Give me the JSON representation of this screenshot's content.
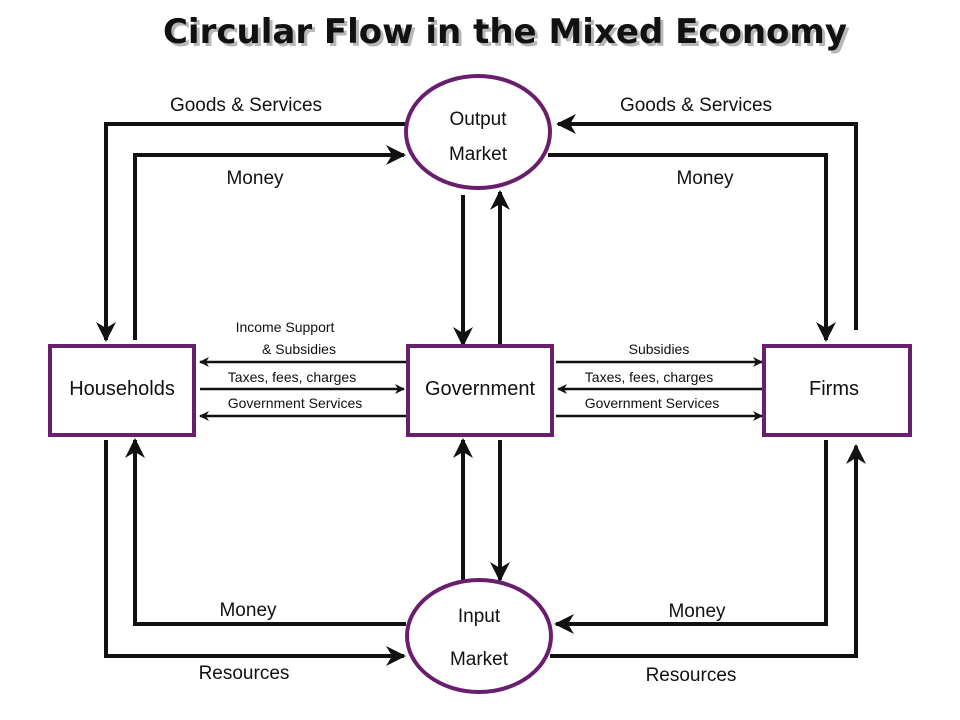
{
  "title": "Circular Flow in the Mixed Economy",
  "colors": {
    "node_border": "#6a1f6e",
    "arrow": "#111111",
    "text": "#111111"
  },
  "nodes": {
    "households": "Households",
    "government": "Government",
    "firms": "Firms",
    "output_market": {
      "line1": "Output",
      "line2": "Market"
    },
    "input_market": {
      "line1": "Input",
      "line2": "Market"
    }
  },
  "flows": {
    "top_left_goods": "Goods & Services",
    "top_right_goods": "Goods & Services",
    "top_left_money": "Money",
    "top_right_money": "Money",
    "bottom_left_money": "Money",
    "bottom_right_money": "Money",
    "bottom_left_resources": "Resources",
    "bottom_right_resources": "Resources",
    "left_income_support_1": "Income Support",
    "left_income_support_2": "& Subsidies",
    "left_taxes": "Taxes, fees, charges",
    "left_gov_services": "Government Services",
    "right_subsidies": "Subsidies",
    "right_taxes": "Taxes, fees, charges",
    "right_gov_services": "Government Services"
  }
}
